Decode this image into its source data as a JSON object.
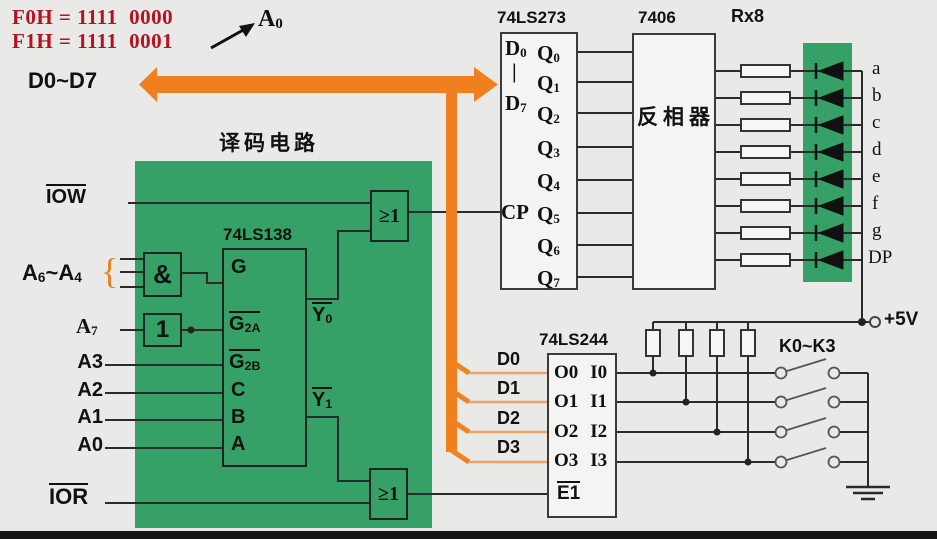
{
  "colors": {
    "green": "#35a166",
    "orange": "#f0801e",
    "orange_light": "#eda269",
    "red_text": "#b5121f",
    "wire": "#2b2b2b"
  },
  "notes": {
    "f0h": "F0H = 1111  0000",
    "f1h": "F1H = 1111  0001",
    "a0_base": "A",
    "a0_sub": "0"
  },
  "bus": {
    "label": "D0~D7"
  },
  "decoder": {
    "title": "译码电路",
    "and_gate": "&",
    "not_gate": "1",
    "or_top": "≥1",
    "or_bottom": "≥1",
    "chip": {
      "label": "74LS138",
      "g": "G",
      "g2a_base": "G",
      "g2a_sub": "2A",
      "g2b_base": "G",
      "g2b_sub": "2B",
      "c": "C",
      "b": "B",
      "a": "A",
      "y_base": "Y",
      "y0_sub": "0",
      "y1_sub": "1"
    }
  },
  "inputs": {
    "iow": "IOW",
    "ior": "IOR",
    "brace": "{",
    "a64_base1": "A",
    "a64_sub1": "6",
    "a64_tilde": "~",
    "a64_base2": "A",
    "a64_sub2": "4",
    "a7_base": "A",
    "a7_sub": "7",
    "a3": "A3",
    "a2": "A2",
    "a1": "A1",
    "a0": "A0"
  },
  "ls273": {
    "label": "74LS273",
    "d_base": "D",
    "d0_sub": "0",
    "bar": "|",
    "d7_sub": "7",
    "cp": "CP",
    "q_base": "Q",
    "q_subs": [
      "0",
      "1",
      "2",
      "3",
      "4",
      "5",
      "6",
      "7"
    ]
  },
  "inv7406": {
    "label": "7406",
    "name": "反相器"
  },
  "resistors": {
    "label": "Rx8"
  },
  "leds": {
    "labels": [
      "a",
      "b",
      "c",
      "d",
      "e",
      "f",
      "g",
      "DP"
    ]
  },
  "power": {
    "v5": "+5V"
  },
  "ls244": {
    "label": "74LS244",
    "rows": [
      {
        "o": "O0",
        "i": "I0"
      },
      {
        "o": "O1",
        "i": "I1"
      },
      {
        "o": "O2",
        "i": "I2"
      },
      {
        "o": "O3",
        "i": "I3"
      }
    ],
    "e1": "E1"
  },
  "data_lines": {
    "labels": [
      "D0",
      "D1",
      "D2",
      "D3"
    ]
  },
  "switches": {
    "label": "K0~K3"
  }
}
